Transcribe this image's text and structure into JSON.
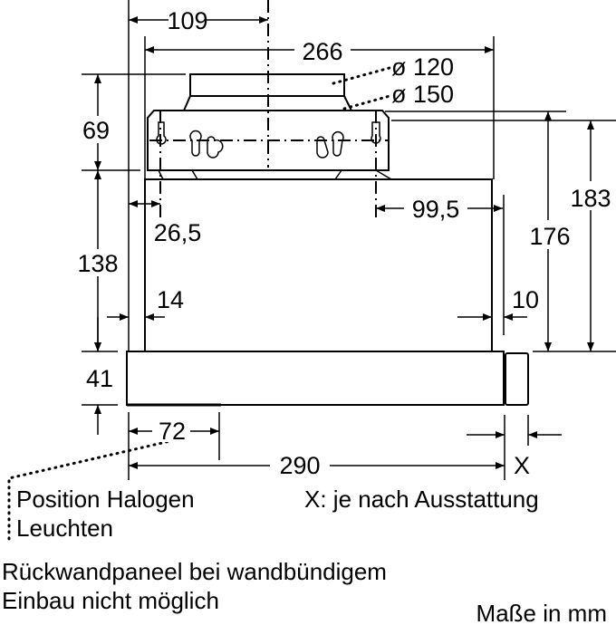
{
  "dimensions": {
    "d109": "109",
    "d266": "266",
    "d_dia120": "ø 120",
    "d_dia150": "ø 150",
    "d69": "69",
    "d138": "138",
    "d41": "41",
    "d26_5": "26,5",
    "d99_5": "99,5",
    "d14": "14",
    "d10": "10",
    "d176": "176",
    "d183": "183",
    "d72": "72",
    "d290": "290",
    "dX": "X"
  },
  "notes": {
    "halogen_line1": "Position Halogen",
    "halogen_line2": "Leuchten",
    "x_note": "X: je nach Ausstattung",
    "panel_line1": "Rückwandpaneel bei wandbündigem",
    "panel_line2": "Einbau nicht möglich",
    "units": "Maße in mm"
  }
}
